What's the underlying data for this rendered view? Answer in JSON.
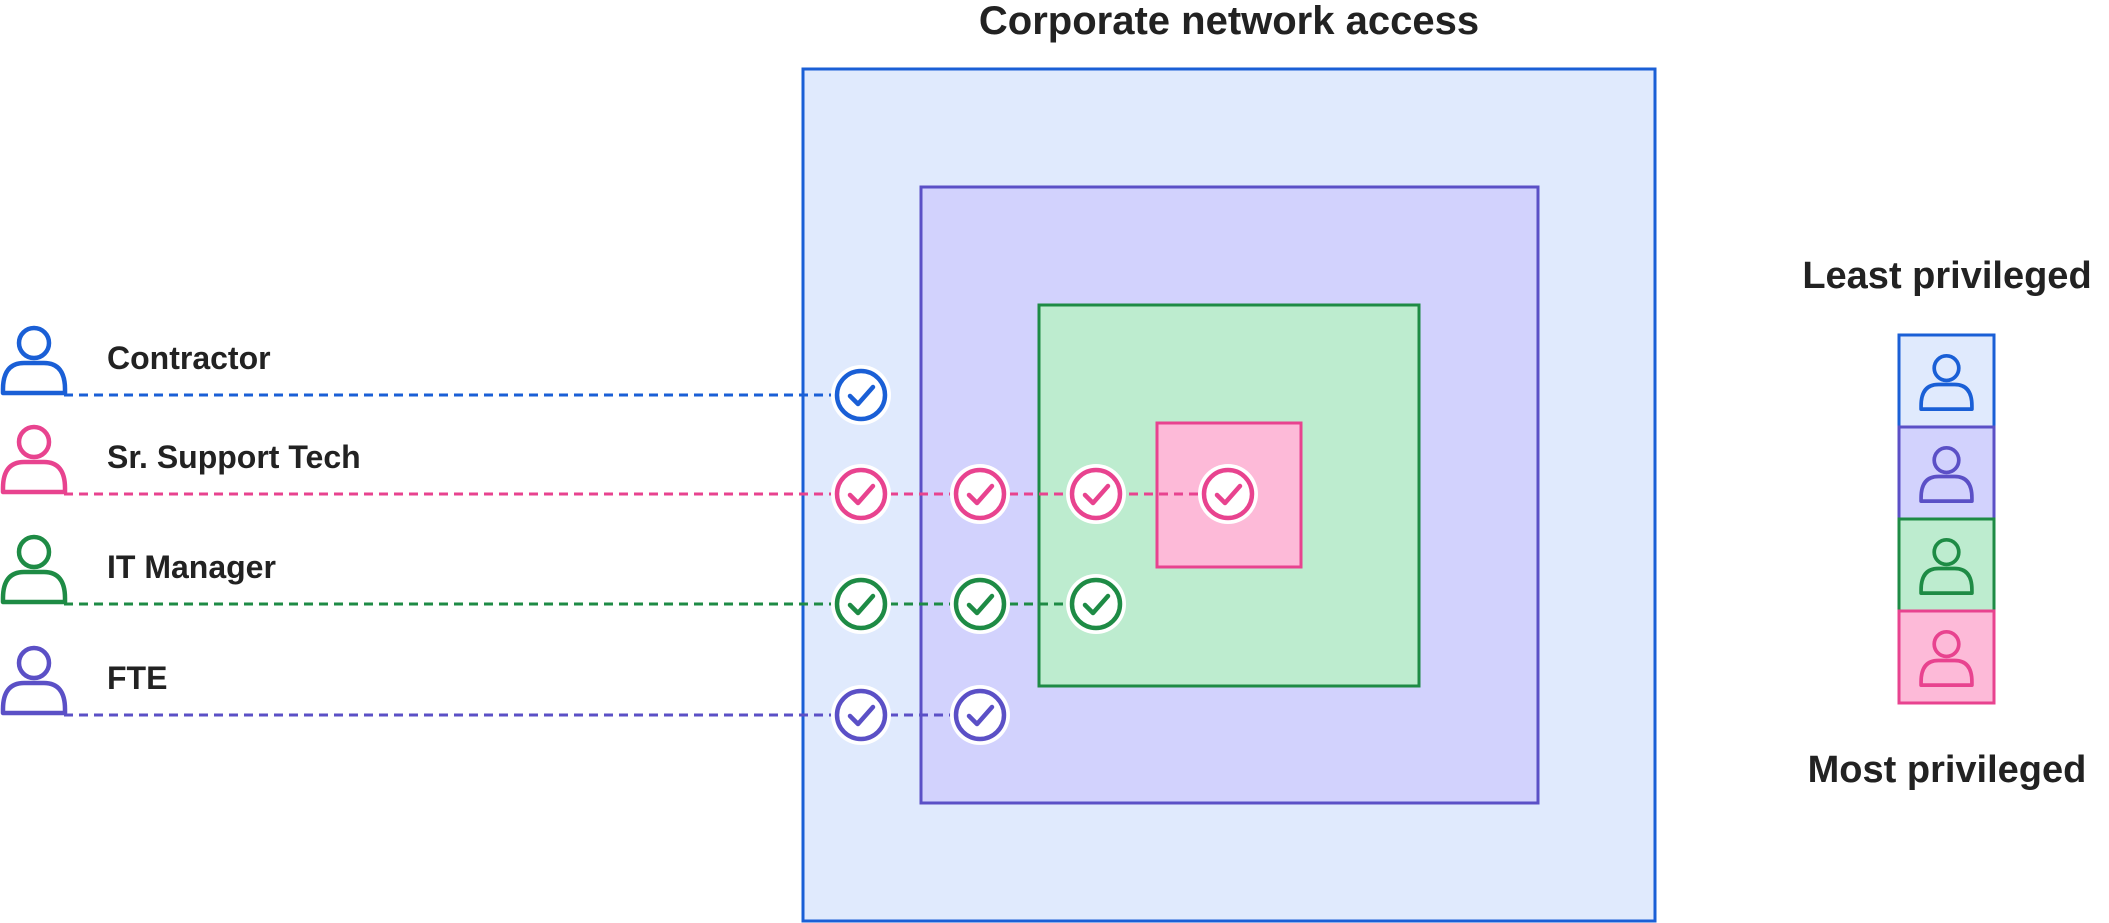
{
  "title": "Corporate network access",
  "legend": {
    "top_label": "Least privileged",
    "bottom_label": "Most privileged",
    "tiers": [
      {
        "icon": "user-icon",
        "color": "#1a5fd6",
        "fill": "#e0eafd"
      },
      {
        "icon": "user-icon",
        "color": "#5b50c6",
        "fill": "#d2d2fd"
      },
      {
        "icon": "user-icon",
        "color": "#1e8b45",
        "fill": "#bdeccf"
      },
      {
        "icon": "user-icon",
        "color": "#e8438f",
        "fill": "#fdbad8"
      }
    ]
  },
  "zones": [
    {
      "name": "outer",
      "color": "#1a5fd6",
      "fill": "#e0eafd"
    },
    {
      "name": "second",
      "color": "#5b50c6",
      "fill": "#d2d2fd"
    },
    {
      "name": "third",
      "color": "#1e8b45",
      "fill": "#bdeccf"
    },
    {
      "name": "inner",
      "color": "#e8438f",
      "fill": "#fdbad8"
    }
  ],
  "users": [
    {
      "label": "Contractor",
      "icon": "user-icon",
      "color": "#1a5fd6",
      "access_level": 1
    },
    {
      "label": "Sr. Support Tech",
      "icon": "user-icon",
      "color": "#e8438f",
      "access_level": 4
    },
    {
      "label": "IT Manager",
      "icon": "user-icon",
      "color": "#1e8b45",
      "access_level": 3
    },
    {
      "label": "FTE",
      "icon": "user-icon",
      "color": "#5b50c6",
      "access_level": 2
    }
  ]
}
